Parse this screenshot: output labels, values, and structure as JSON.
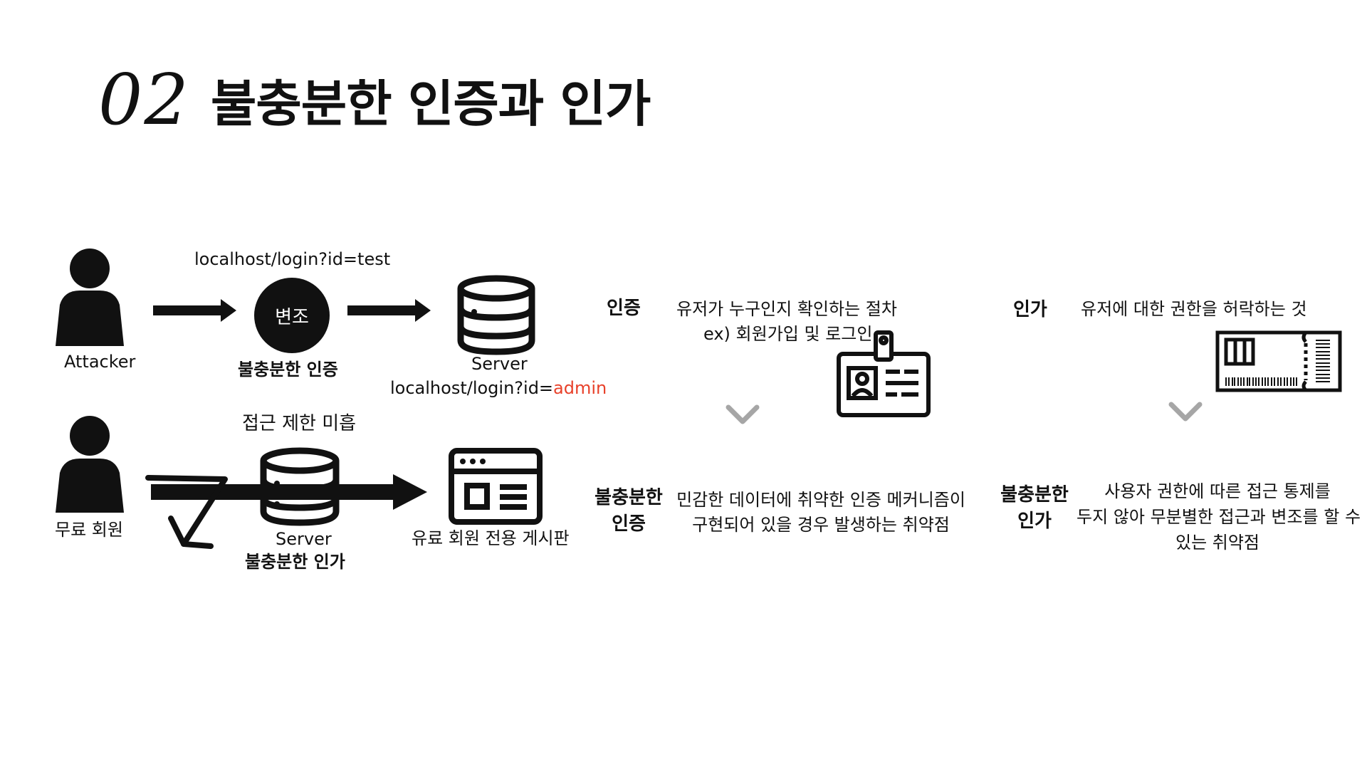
{
  "header": {
    "number": "02",
    "title": "불충분한 인증과 인가"
  },
  "left_diagram": {
    "attacker_label": "Attacker",
    "request_url": "localhost/login?id=test",
    "tamper_label": "변조",
    "insufficient_auth_label": "불충분한 인증",
    "server_label": "Server",
    "admin_url_prefix": "localhost/login?id=",
    "admin_url_highlight": "admin",
    "access_restriction_label": "접근 제한 미흡",
    "free_member_label": "무료 회원",
    "server_label_2": "Server",
    "insufficient_authz_label": "불충분한 인가",
    "board_label": "유료 회원 전용 게시판"
  },
  "authentication": {
    "term": "인증",
    "definition": "유저가 누구인지 확인하는 절차",
    "example": "ex) 회원가입 및 로그인",
    "weak_term_line1": "불충분한",
    "weak_term_line2": "인증",
    "weak_desc_line1": "민감한 데이터에 취약한 인증 메커니즘이",
    "weak_desc_line2": "구현되어 있을 경우 발생하는 취약점"
  },
  "authorization": {
    "term": "인가",
    "definition": "유저에 대한 권한을 허락하는 것",
    "weak_term_line1": "불충분한",
    "weak_term_line2": "인가",
    "weak_desc_line1": "사용자 권한에 따른 접근 통제를",
    "weak_desc_line2": "두지 않아 무분별한 접근과 변조를 할 수",
    "weak_desc_line3": "있는 취약점"
  },
  "colors": {
    "text": "#111111",
    "highlight": "#e8412a",
    "chevron": "#a6a6a6"
  },
  "icons": [
    "person-icon",
    "database-icon",
    "browser-window-icon",
    "id-badge-icon",
    "ticket-icon",
    "chevron-down-icon",
    "arrow-right-icon"
  ]
}
